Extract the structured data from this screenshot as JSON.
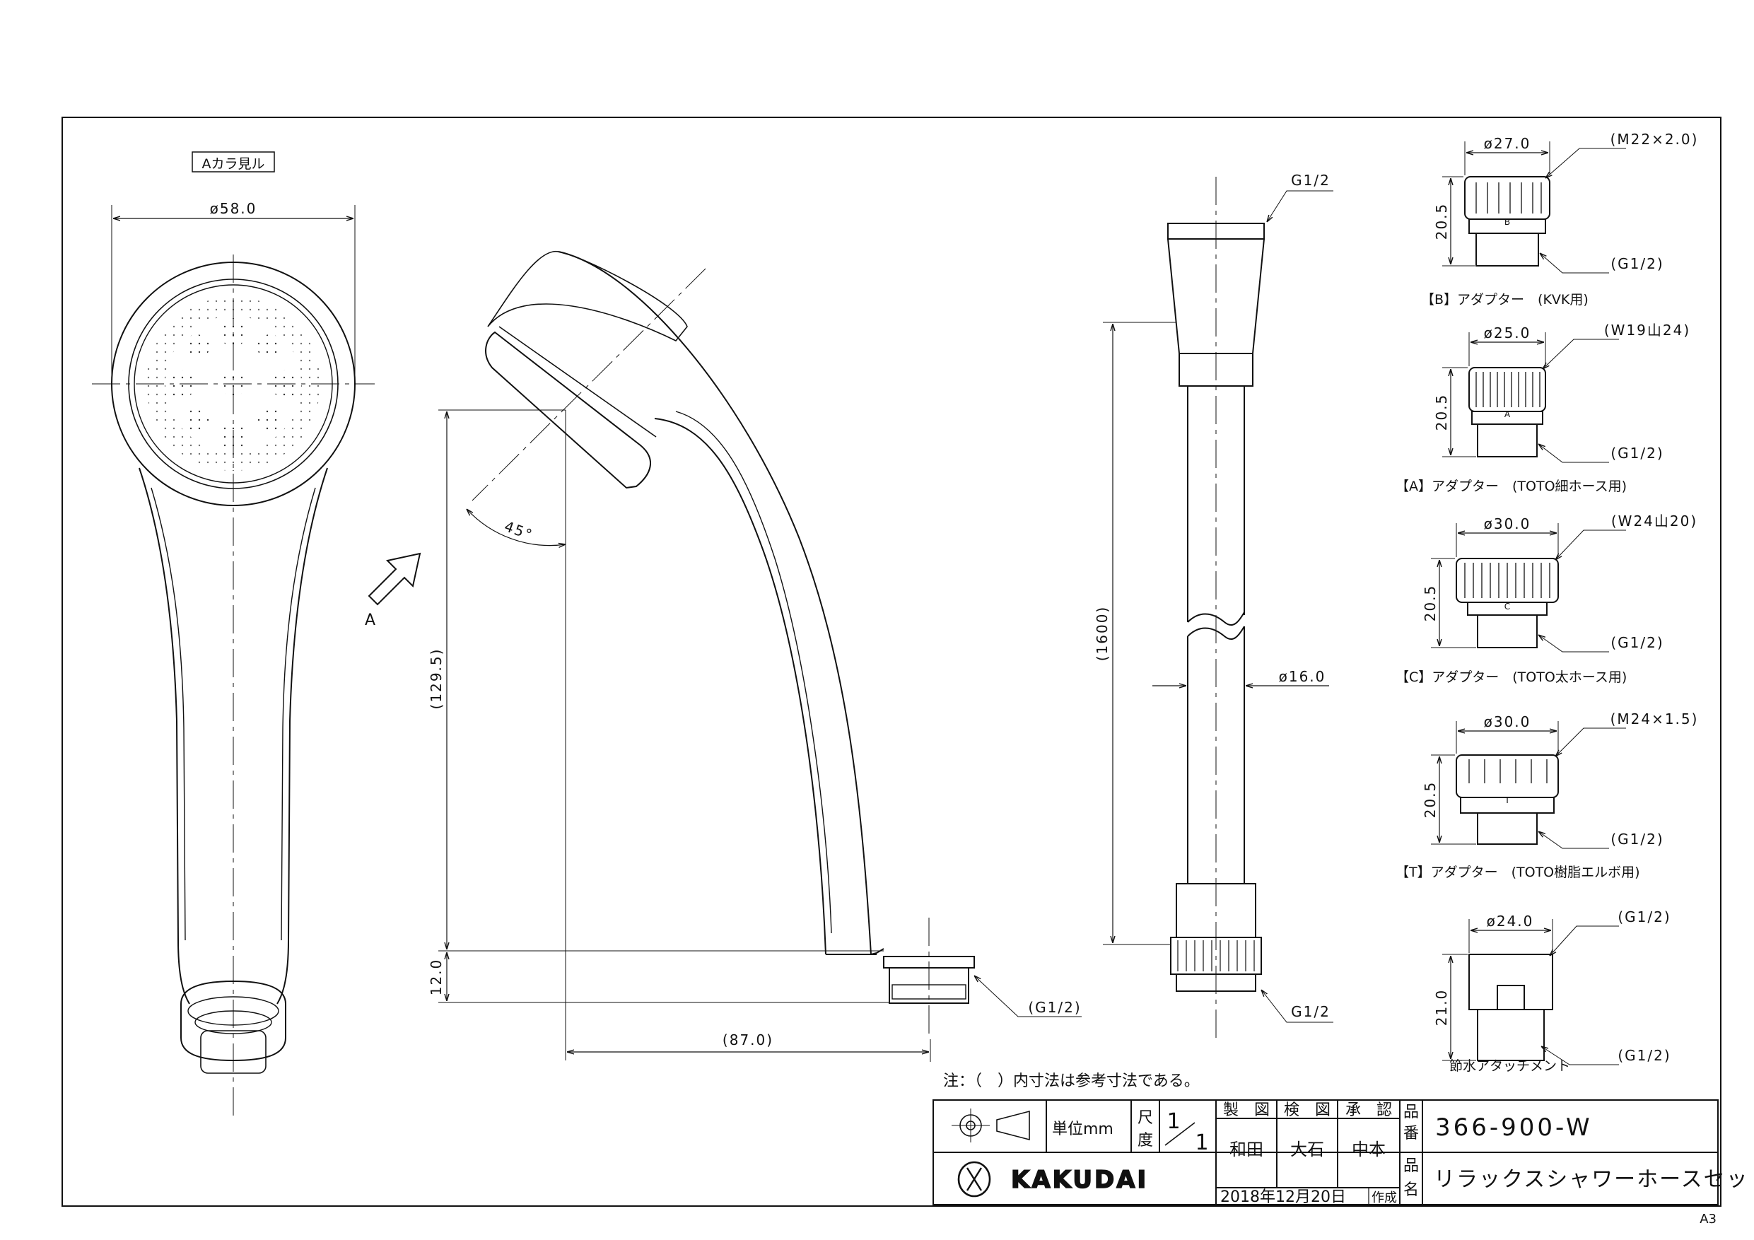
{
  "drawing": {
    "part_number": "366-900-W",
    "product_name": "リラックスシャワーホースセット",
    "unit_label": "単位mm",
    "scale_label_1": "尺",
    "scale_label_2": "度",
    "scale_num": "1",
    "scale_den": "1",
    "drafted_label": "製　図",
    "checked_label": "検　図",
    "approved_label": "承　認",
    "drafted_by": "和田",
    "checked_by": "大石",
    "approved_by": "中本",
    "date": "2018年12月20日",
    "created_label": "作成",
    "part_no_label_1": "品",
    "part_no_label_2": "番",
    "name_label_1": "品",
    "name_label_2": "名",
    "company": "KAKUDAI",
    "sheet_size": "A3",
    "note": "注：（　）内寸法は参考寸法である。"
  },
  "views": {
    "view_a_label": "Aカラ見ル",
    "arrow_label": "A",
    "head_diameter": "ø58.0",
    "angle": "45°",
    "height": "(129.5)",
    "thread_height": "12.0",
    "reach": "(87.0)",
    "head_thread": "(G1/2)",
    "hose_top_thread": "G1/2",
    "hose_bottom_thread": "G1/2",
    "hose_length": "(1600)",
    "hose_diameter": "ø16.0"
  },
  "adapters": [
    {
      "diameter": "ø27.0",
      "thread_top": "(M22×2.0)",
      "height": "20.5",
      "thread_bottom": "(G1/2)",
      "caption": "【B】アダプター　(KVK用)",
      "mark": "B"
    },
    {
      "diameter": "ø25.0",
      "thread_top": "(W19山24)",
      "height": "20.5",
      "thread_bottom": "(G1/2)",
      "caption": "【A】アダプター　(TOTO細ホース用)",
      "mark": "A"
    },
    {
      "diameter": "ø30.0",
      "thread_top": "(W24山20)",
      "height": "20.5",
      "thread_bottom": "(G1/2)",
      "caption": "【C】アダプター　(TOTO太ホース用)",
      "mark": "C"
    },
    {
      "diameter": "ø30.0",
      "thread_top": "(M24×1.5)",
      "height": "20.5",
      "thread_bottom": "(G1/2)",
      "caption": "【T】アダプター　(TOTO樹脂エルボ用)",
      "mark": "T"
    },
    {
      "diameter": "ø24.0",
      "thread_top": "(G1/2)",
      "height": "21.0",
      "thread_bottom": "(G1/2)",
      "caption": "節水アタッチメント",
      "mark": ""
    }
  ]
}
